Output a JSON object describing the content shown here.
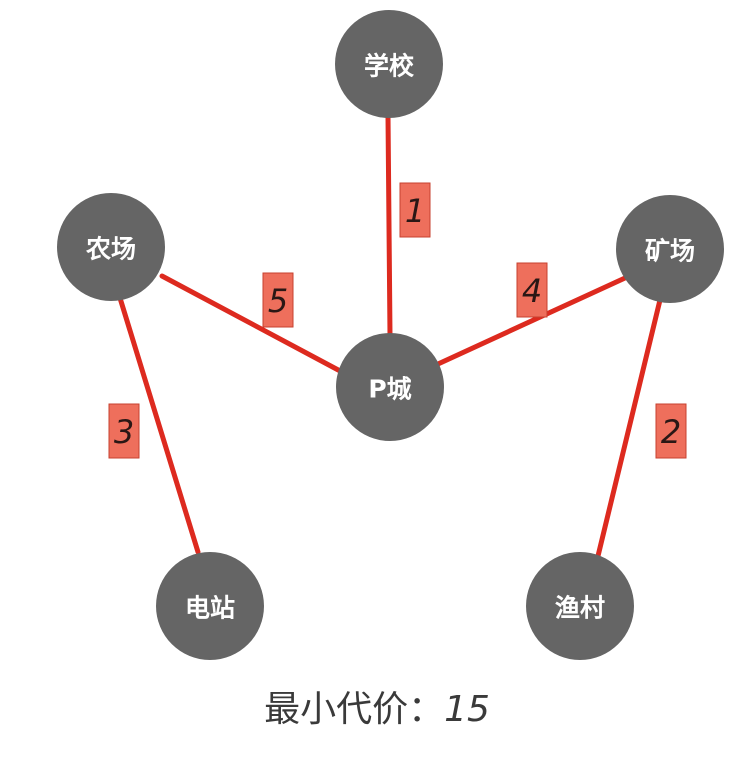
{
  "nodes": [
    {
      "id": "school",
      "label": "学校"
    },
    {
      "id": "farm",
      "label": "农场"
    },
    {
      "id": "mine",
      "label": "矿场"
    },
    {
      "id": "pcity",
      "label": "P城"
    },
    {
      "id": "station",
      "label": "电站"
    },
    {
      "id": "village",
      "label": "渔村"
    }
  ],
  "edges": [
    {
      "from": "school",
      "to": "pcity",
      "weight": "1"
    },
    {
      "from": "farm",
      "to": "pcity",
      "weight": "5"
    },
    {
      "from": "mine",
      "to": "pcity",
      "weight": "4"
    },
    {
      "from": "farm",
      "to": "station",
      "weight": "3"
    },
    {
      "from": "mine",
      "to": "village",
      "weight": "2"
    }
  ],
  "summary": {
    "label": "最小代价：",
    "value": "15"
  },
  "colors": {
    "node": "#656565",
    "edge": "#dd2a1f",
    "weight_box": "#ee6f5c"
  }
}
